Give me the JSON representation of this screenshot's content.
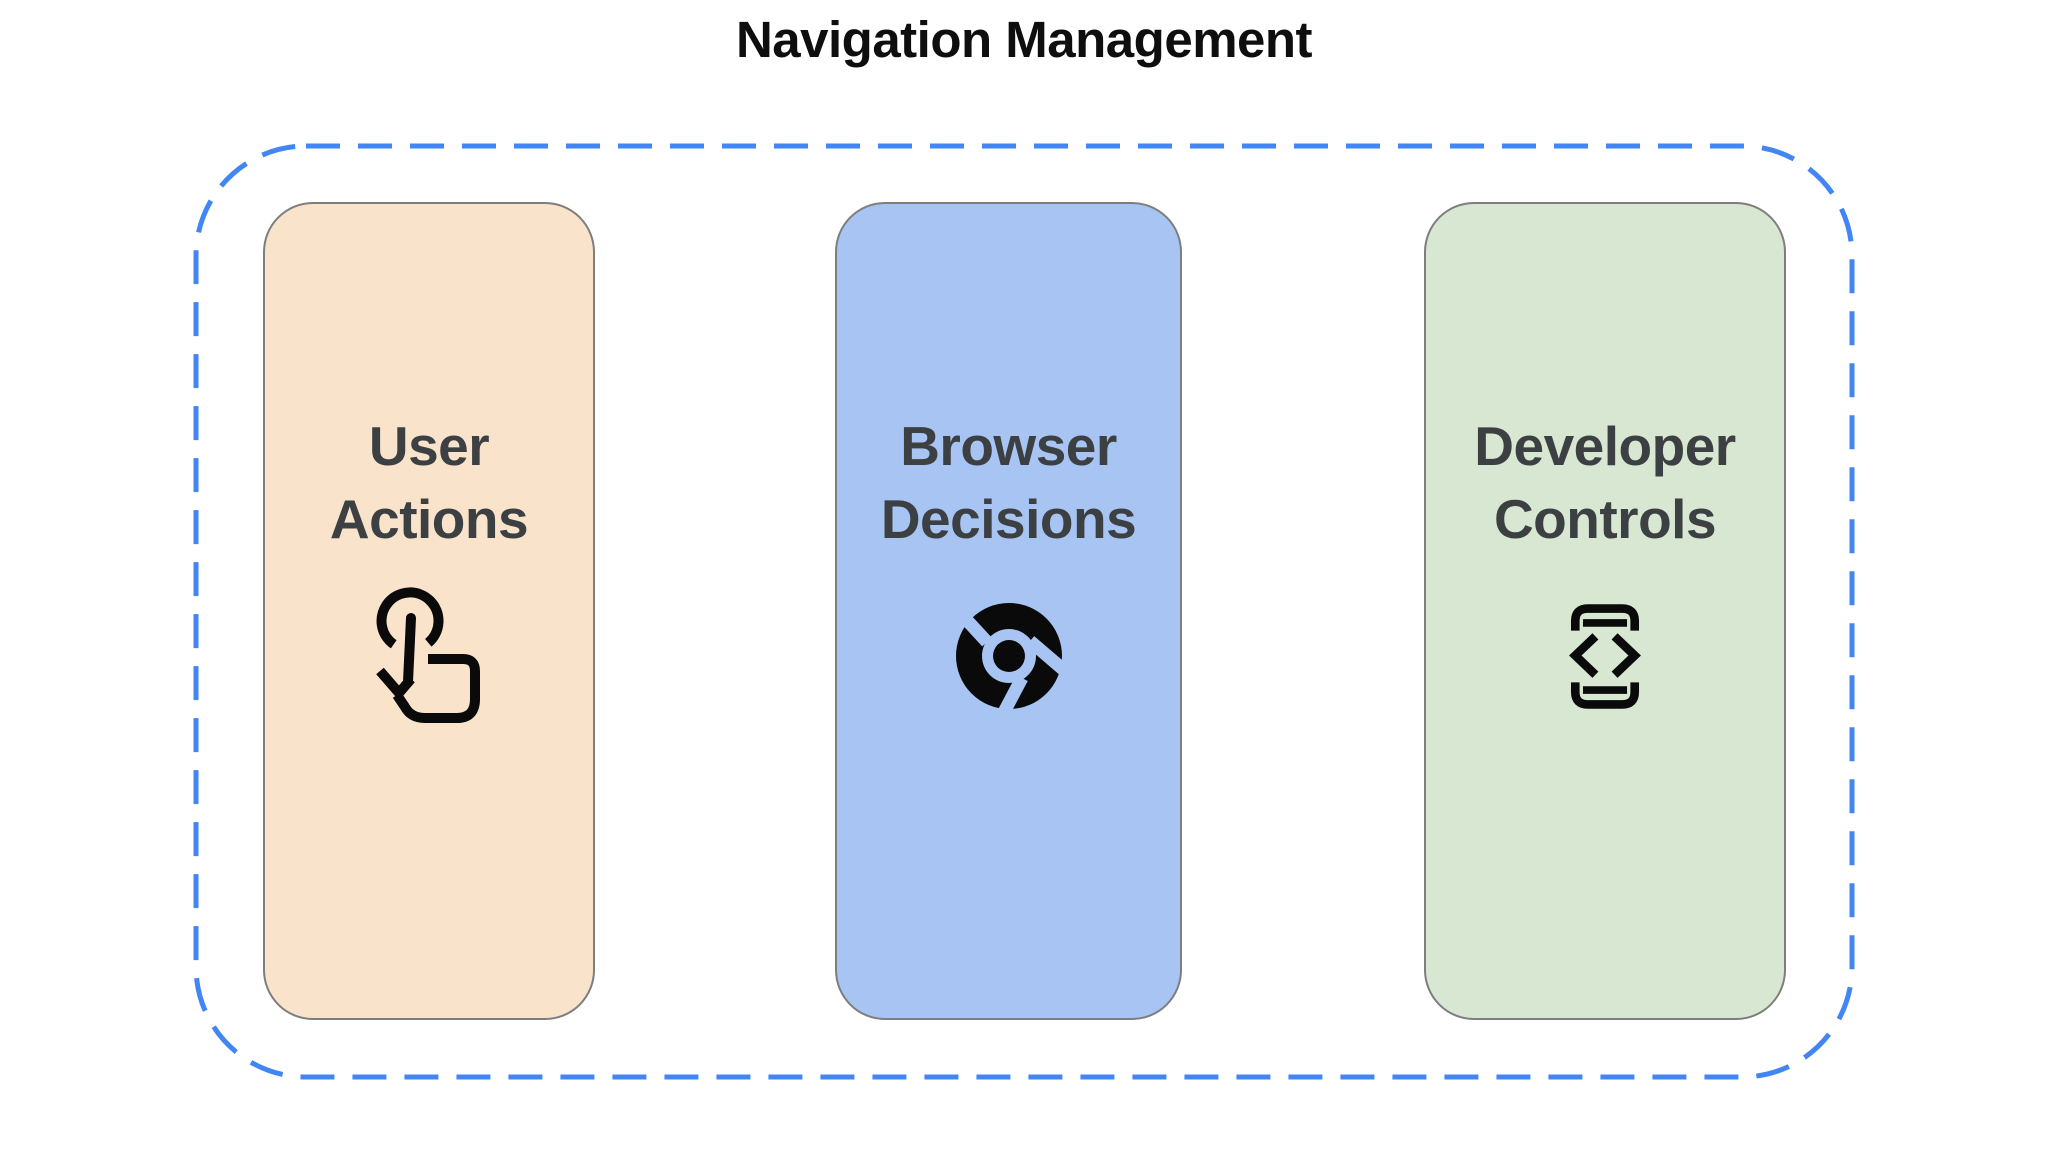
{
  "title": "Navigation Management",
  "colors": {
    "page_bg": "#FFFFFF",
    "dashed_border": "#4285F4",
    "card_border": "#7E7E7E",
    "title_text": "#0E0E0E",
    "label_text": "#3C4043",
    "icon_color": "#0A0A0A"
  },
  "cards": [
    {
      "label": "User Actions",
      "bg": "#F9E3CB",
      "icon": "tap-gesture-icon"
    },
    {
      "label": "Browser Decisions",
      "bg": "#A7C4F2",
      "icon": "chrome-browser-icon"
    },
    {
      "label": "Developer Controls",
      "bg": "#D7E7D1",
      "icon": "developer-mode-icon"
    }
  ]
}
